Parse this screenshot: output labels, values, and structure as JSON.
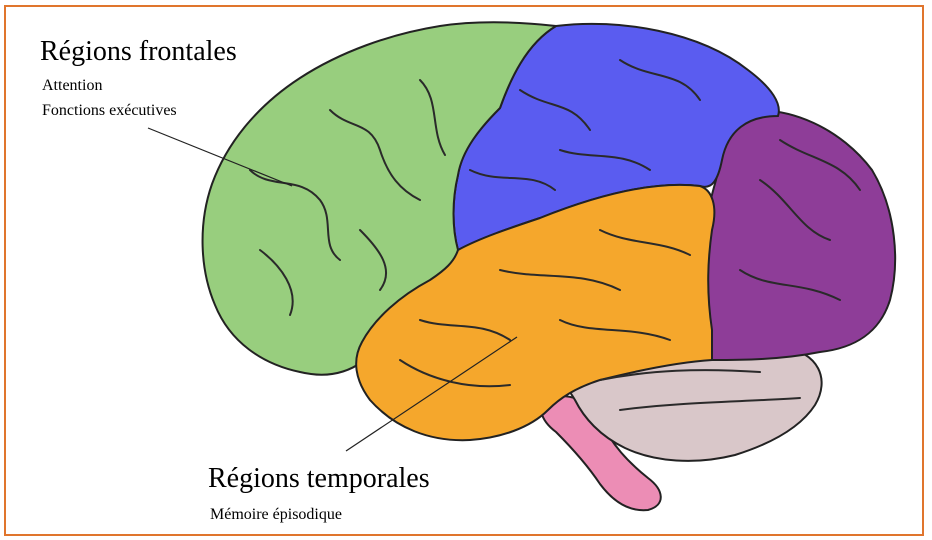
{
  "labels": {
    "frontal": {
      "title": "Régions frontales",
      "items": [
        "Attention",
        "Fonctions exécutives"
      ]
    },
    "temporal": {
      "title": "Régions temporales",
      "items": [
        "Mémoire épisodique"
      ]
    }
  },
  "colors": {
    "frame": "#e0752d",
    "frontal_lobe": "#98ce7e",
    "parietal_lobe": "#5a5cf0",
    "occipital_lobe": "#8e3d98",
    "temporal_lobe": "#f5a72c",
    "cerebellum": "#d9c7c9",
    "brainstem": "#ec8db5"
  }
}
